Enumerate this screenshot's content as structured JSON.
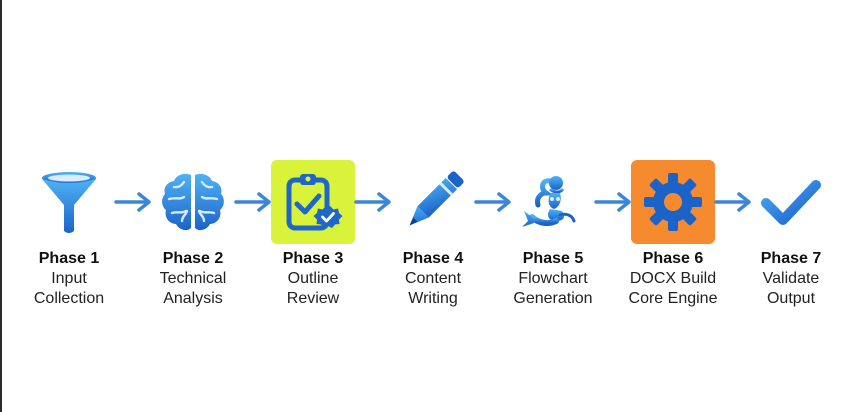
{
  "colors": {
    "icon_blue": "#1e73d8",
    "icon_blue_light": "#3aa0f0",
    "highlight_lime": "#d9f23a",
    "highlight_orange": "#f58a2e",
    "arrow_blue": "#3b86d6",
    "text": "#111111"
  },
  "phases": [
    {
      "title": "Phase 1",
      "line1": "Input",
      "line2": "Collection",
      "icon": "funnel-icon",
      "highlight": "none"
    },
    {
      "title": "Phase 2",
      "line1": "Technical",
      "line2": "Analysis",
      "icon": "brain-icon",
      "highlight": "none"
    },
    {
      "title": "Phase 3",
      "line1": "Outline",
      "line2": "Review",
      "icon": "clipboard-check-icon",
      "highlight": "lime"
    },
    {
      "title": "Phase 4",
      "line1": "Content",
      "line2": "Writing",
      "icon": "pen-icon",
      "highlight": "none"
    },
    {
      "title": "Phase 5",
      "line1": "Flowchart",
      "line2": "Generation",
      "icon": "mermaid-icon",
      "highlight": "none"
    },
    {
      "title": "Phase 6",
      "line1": "DOCX Build",
      "line2": "Core Engine",
      "icon": "gear-icon",
      "highlight": "orange"
    },
    {
      "title": "Phase 7",
      "line1": "Validate",
      "line2": "Output",
      "icon": "checkmark-icon",
      "highlight": "none"
    }
  ],
  "connectors": [
    {
      "from": "Phase 1",
      "to": "Phase 2",
      "icon": "arrow-right-icon"
    },
    {
      "from": "Phase 2",
      "to": "Phase 3",
      "icon": "arrow-right-icon"
    },
    {
      "from": "Phase 3",
      "to": "Phase 4",
      "icon": "arrow-right-icon"
    },
    {
      "from": "Phase 4",
      "to": "Phase 5",
      "icon": "arrow-right-icon"
    },
    {
      "from": "Phase 5",
      "to": "Phase 6",
      "icon": "arrow-right-icon"
    },
    {
      "from": "Phase 6",
      "to": "Phase 7",
      "icon": "arrow-right-icon"
    }
  ]
}
